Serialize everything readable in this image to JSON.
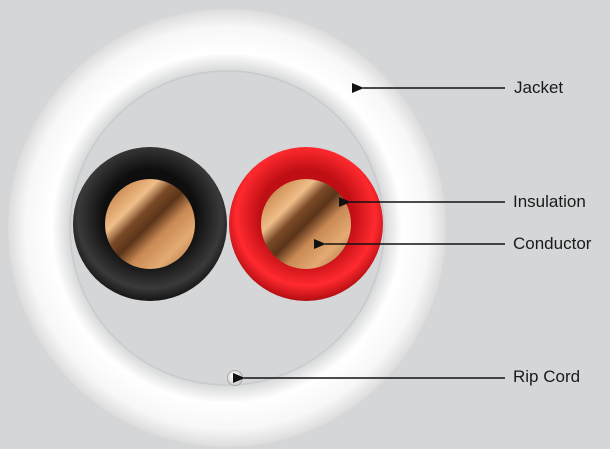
{
  "labels": {
    "jacket": "Jacket",
    "insulation": "Insulation",
    "conductor": "Conductor",
    "rip_cord": "Rip Cord"
  },
  "colors": {
    "background": "#d4d6d8",
    "jacket": "#f4f4f4",
    "insulation_black": "#1b1b1b",
    "insulation_red": "#e3161b",
    "conductor_copper": "#b97a45",
    "arrow": "#111111"
  }
}
